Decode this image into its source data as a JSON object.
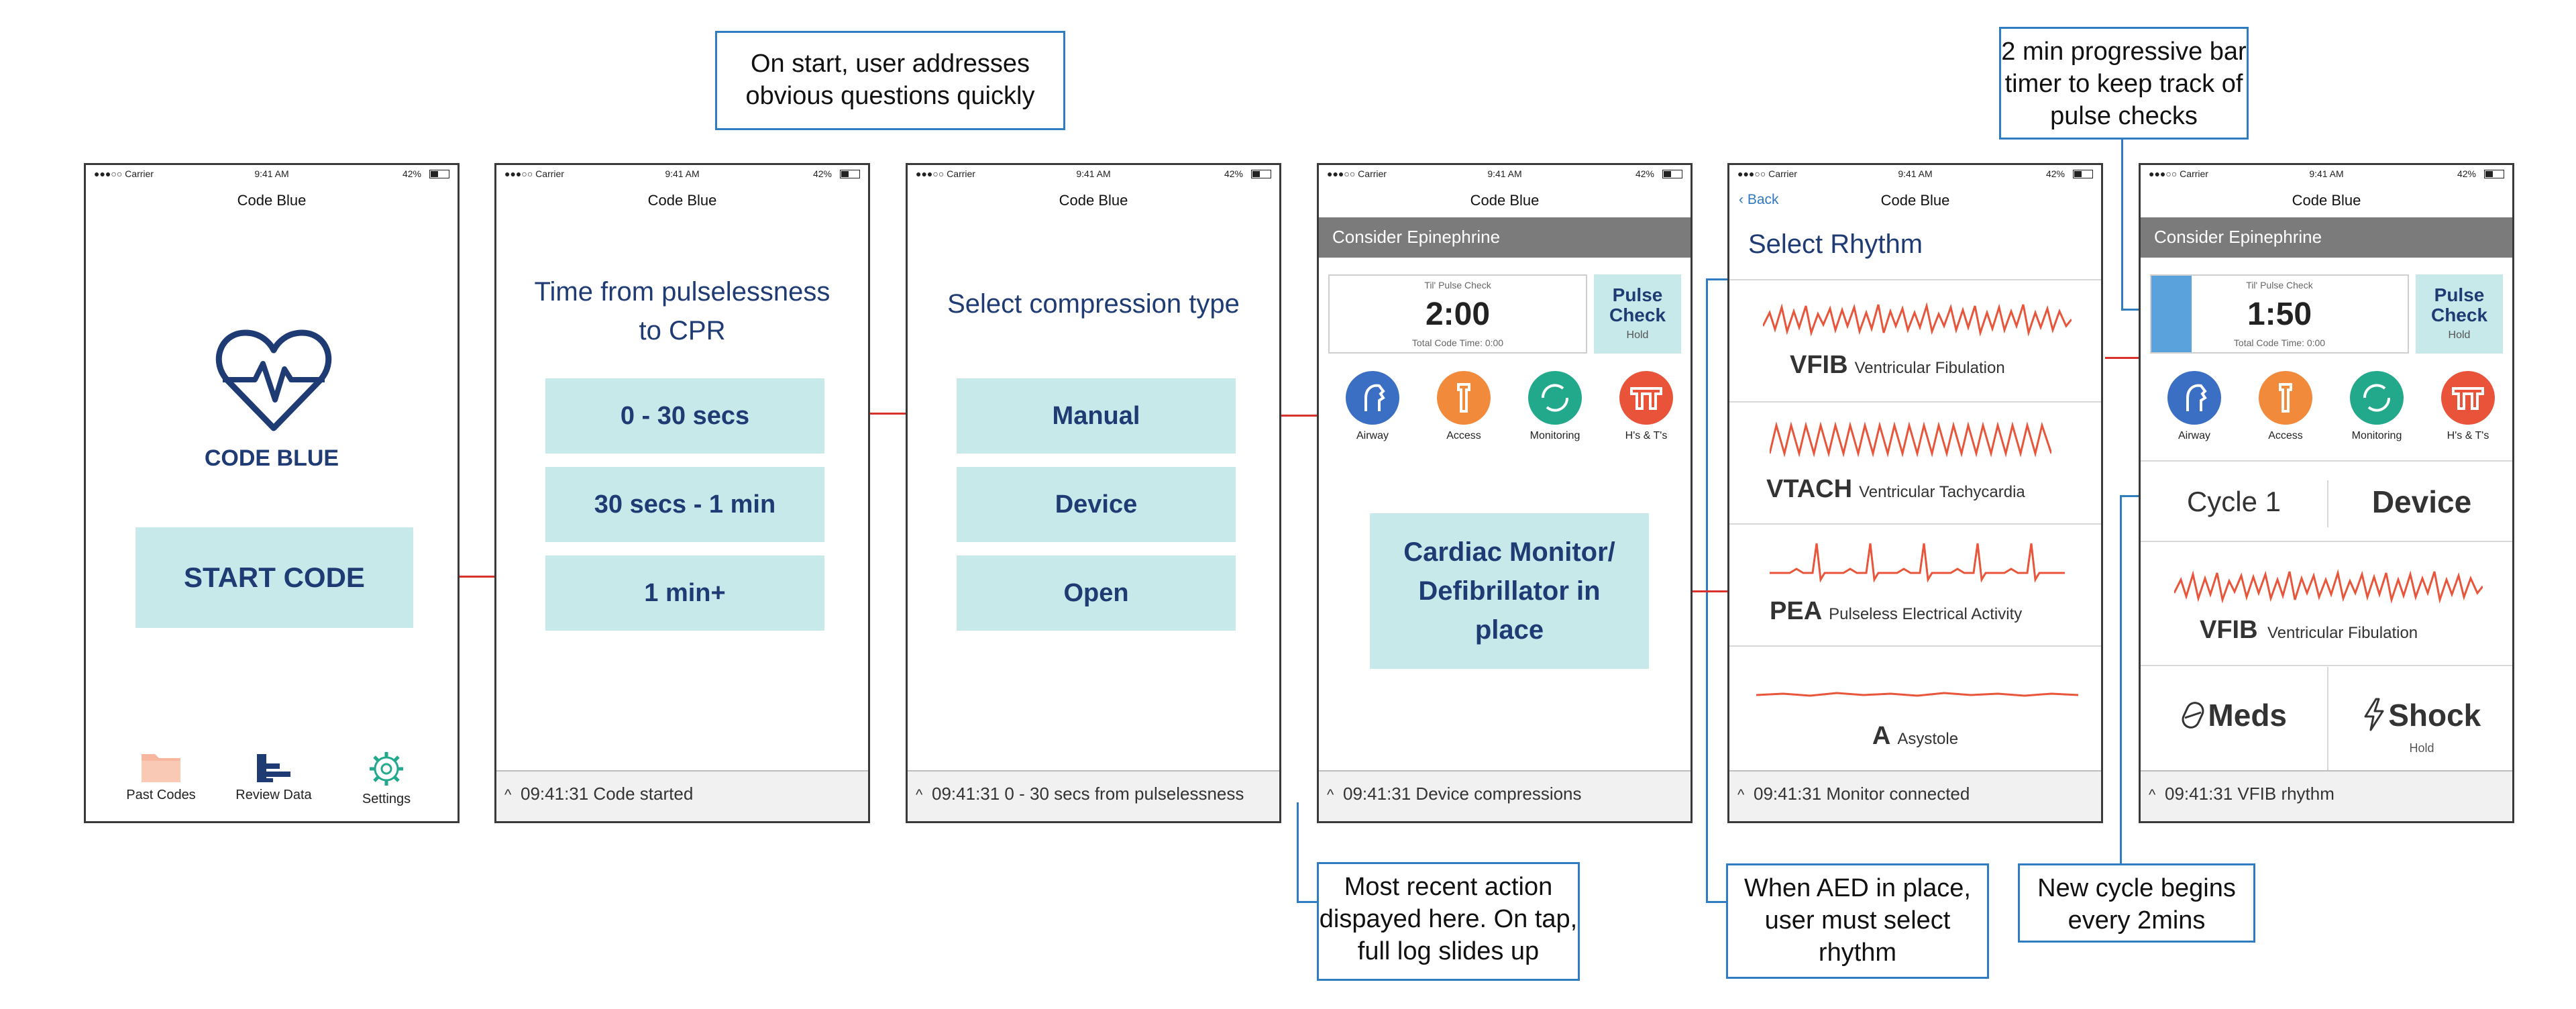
{
  "status": {
    "carrier": "●●●○○ Carrier",
    "time": "9:41 AM",
    "battery": "42%"
  },
  "nav_title": "Code Blue",
  "screen1": {
    "app_name": "CODE BLUE",
    "start_button": "START CODE",
    "bottom": [
      {
        "label": "Past Codes",
        "icon": "folder-icon"
      },
      {
        "label": "Review Data",
        "icon": "bar-chart-icon"
      },
      {
        "label": "Settings",
        "icon": "gear-icon"
      }
    ]
  },
  "screen2": {
    "question": "Time from pulselessness to CPR",
    "options": [
      "0 - 30 secs",
      "30 secs - 1 min",
      "1 min+"
    ],
    "footer": "09:41:31 Code started"
  },
  "screen3": {
    "question": "Select compression type",
    "options": [
      "Manual",
      "Device",
      "Open"
    ],
    "footer": "09:41:31 0 - 30 secs from pulselessness"
  },
  "screen4": {
    "banner": "Consider Epinephrine",
    "timer_caption": "Til' Pulse Check",
    "timer_value": "2:00",
    "total_code": "Total Code Time: 0:00",
    "pulse_check": "Pulse Check",
    "pulse_hold": "Hold",
    "icons": [
      {
        "label": "Airway",
        "icon": "airway-icon",
        "color": "#3b6fc4"
      },
      {
        "label": "Access",
        "icon": "access-icon",
        "color": "#f28a3c"
      },
      {
        "label": "Monitoring",
        "icon": "monitoring-icon",
        "color": "#22a98b"
      },
      {
        "label": "H's & T's",
        "icon": "hs-ts-icon",
        "color": "#e9533a"
      }
    ],
    "monitor_prompt": "Cardiac Monitor/ Defibrillator in place",
    "footer": "09:41:31 Device compressions"
  },
  "screen5": {
    "back": "Back",
    "title": "Select Rhythm",
    "rhythms": [
      {
        "abbr": "VFIB",
        "full": "Ventricular Fibulation"
      },
      {
        "abbr": "VTACH",
        "full": "Ventricular Tachycardia"
      },
      {
        "abbr": "PEA",
        "full": "Pulseless Electrical Activity"
      },
      {
        "abbr": "A",
        "full": "Asystole"
      }
    ],
    "footer": "09:41:31 Monitor connected"
  },
  "screen6": {
    "banner": "Consider Epinephrine",
    "timer_caption": "Til' Pulse Check",
    "timer_value": "1:50",
    "total_code": "Total Code Time: 0:00",
    "pulse_check": "Pulse Check",
    "pulse_hold": "Hold",
    "cycle": "Cycle 1",
    "compression": "Device",
    "rhythm_abbr": "VFIB",
    "rhythm_full": "Ventricular Fibulation",
    "meds": "Meds",
    "shock": "Shock",
    "shock_hold": "Hold",
    "footer": "09:41:31 VFIB rhythm"
  },
  "callouts": {
    "top_mid": "On start, user addresses obvious questions quickly",
    "top_right": "2 min progressive bar timer to keep track of pulse checks",
    "bottom_1": "Most recent action dispayed here. On tap, full log slides up",
    "bottom_2": "When AED in place, user must select rhythm",
    "bottom_3": "New cycle begins every 2mins"
  },
  "colors": {
    "accent": "#c8e9ea",
    "navy": "#1f3b73",
    "connector": "#d9322e",
    "callout": "#2f7cc1",
    "waveform": "#e8553a"
  }
}
